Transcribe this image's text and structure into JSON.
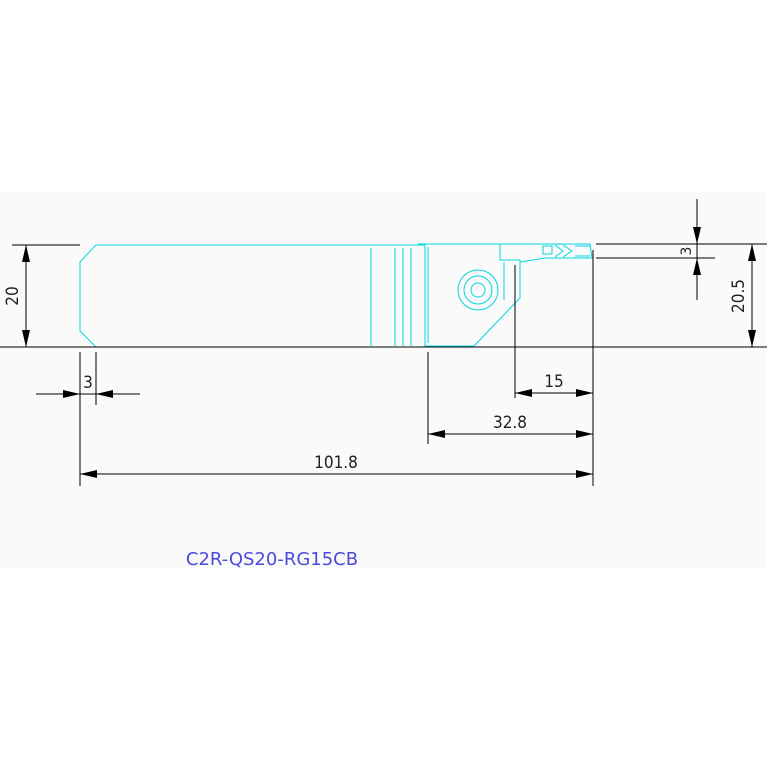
{
  "colors": {
    "page_background": "#ffffff",
    "panel_background": "#fafafa",
    "tool_outline": "#00d8e0",
    "dimension_lines": "#000000",
    "model_label": "#4a4adc"
  },
  "dimensions": {
    "holder_height": "20",
    "overall_height": "20.5",
    "insert_width": "3",
    "chamfer": "3",
    "max_depth": "15",
    "head_length": "32.8",
    "overall_length": "101.8"
  },
  "model_label": "C2R-QS20-RG15CB"
}
